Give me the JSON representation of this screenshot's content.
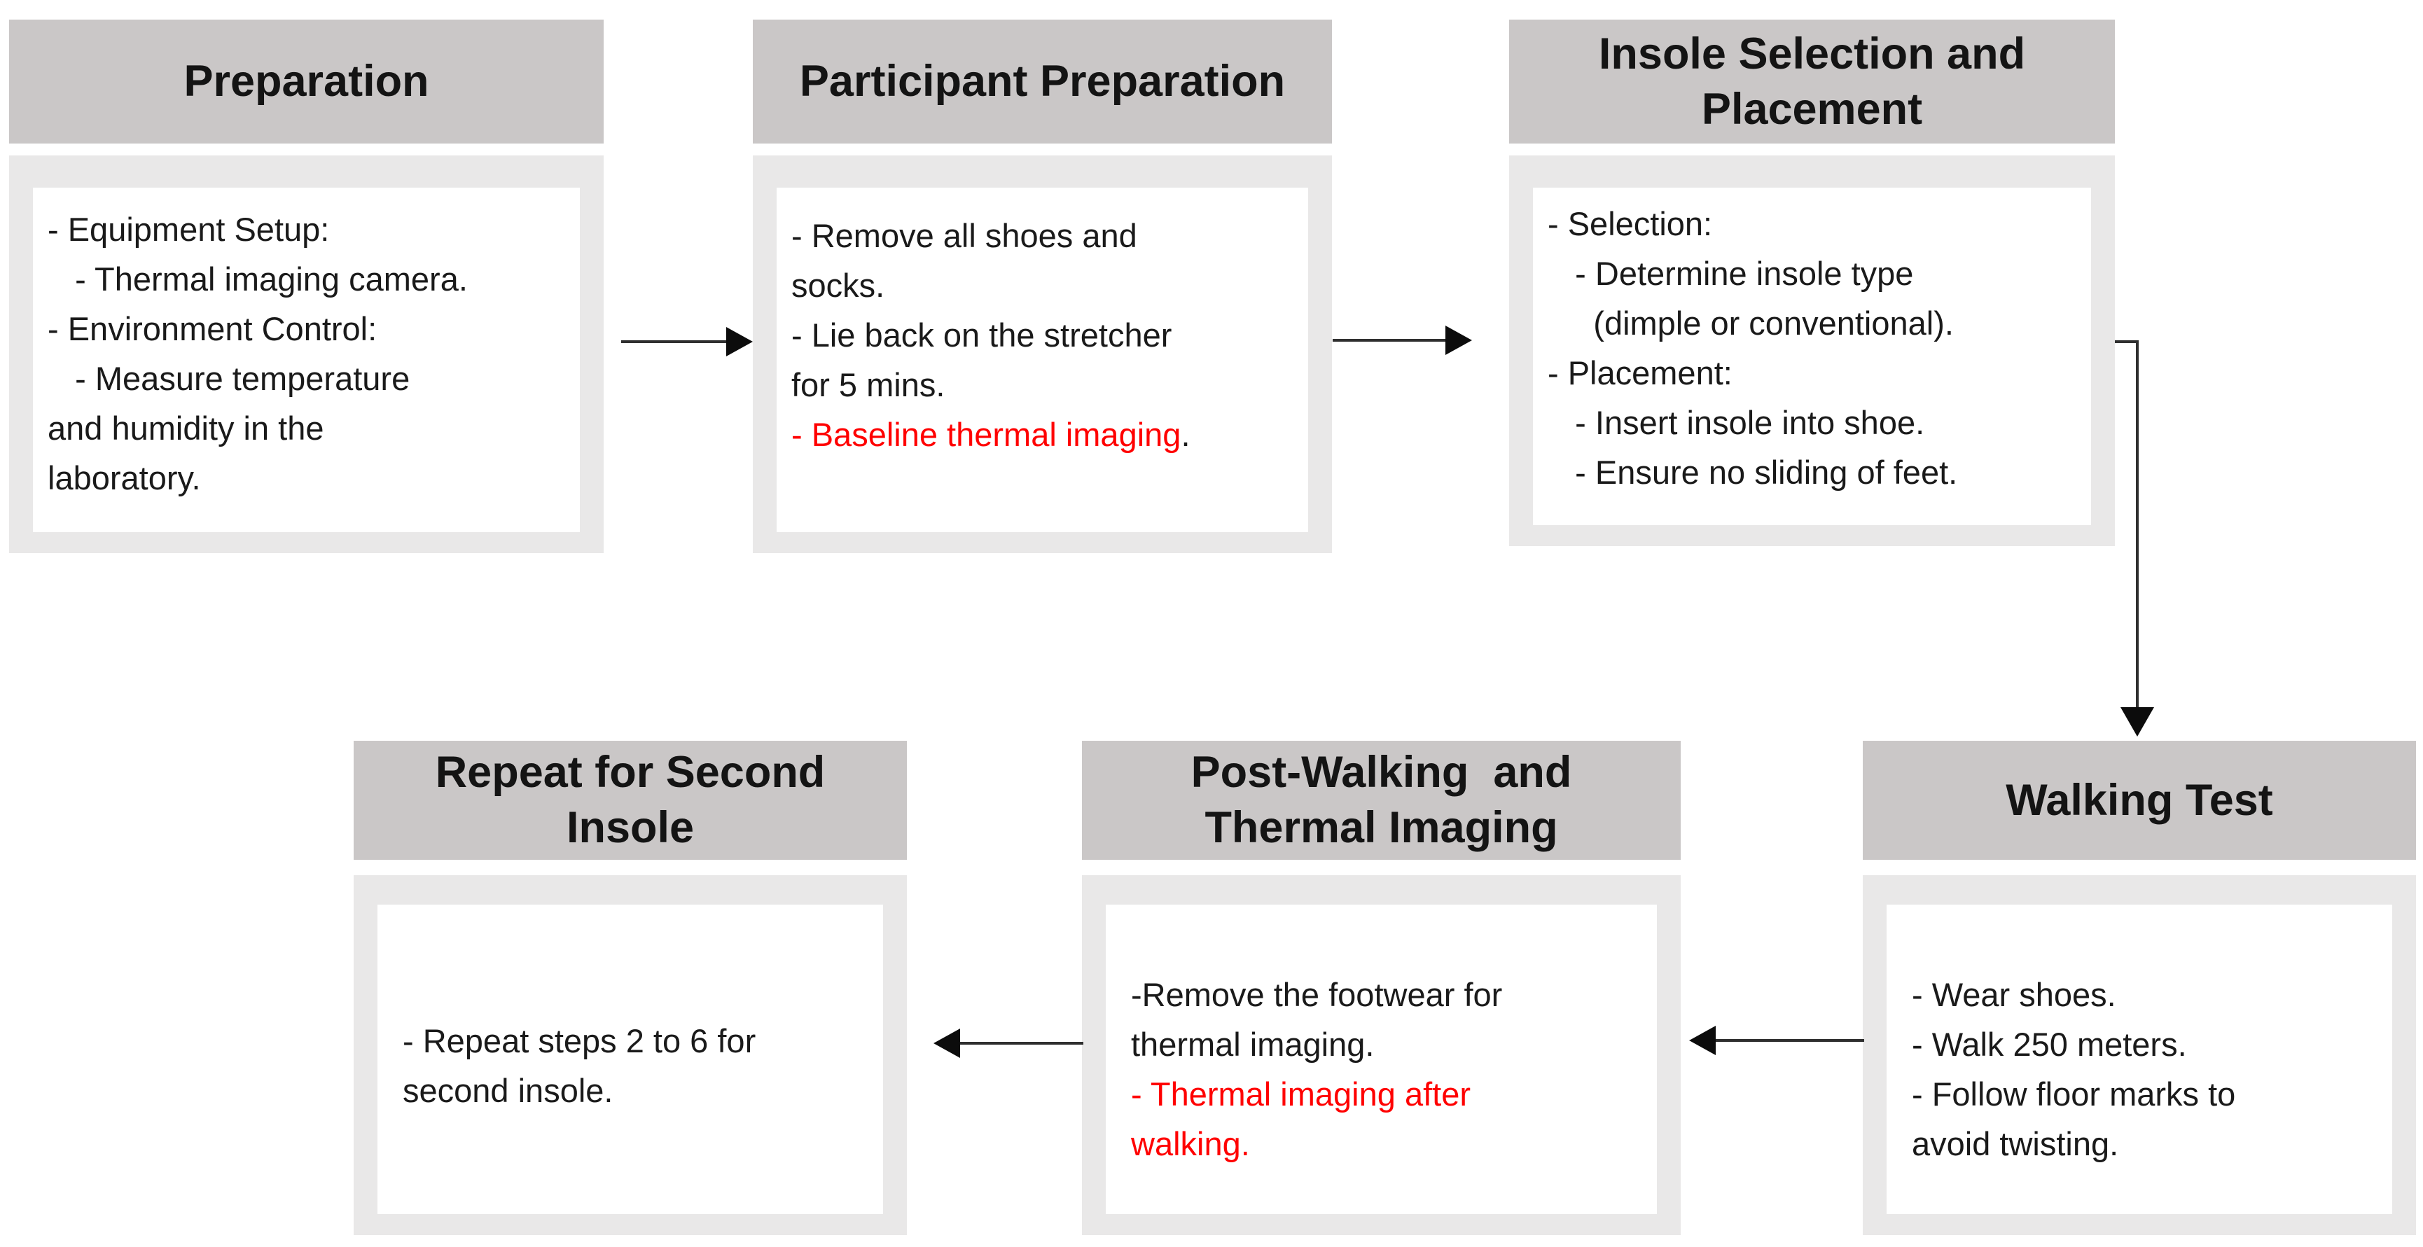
{
  "colors": {
    "header_bg": "#cac7c7",
    "body_bg": "#e9e8e8",
    "inner_bg": "#ffffff",
    "text": "#1a1a1a",
    "red_text": "#ff0000",
    "connector_line": "#2f2f2f",
    "arrowhead": "#0c0c0c"
  },
  "boxes": [
    {
      "name": "preparation",
      "title": "Preparation",
      "body_lines": [
        [
          {
            "t": "- Equipment Setup:"
          }
        ],
        [
          {
            "t": "   - Thermal imaging camera."
          }
        ],
        [
          {
            "t": "- Environment Control:"
          }
        ],
        [
          {
            "t": "   - Measure temperature"
          }
        ],
        [
          {
            "t": "and humidity in the"
          }
        ],
        [
          {
            "t": "laboratory."
          }
        ]
      ]
    },
    {
      "name": "participant-preparation",
      "title": "Participant Preparation",
      "body_lines": [
        [
          {
            "t": "- Remove all shoes and"
          }
        ],
        [
          {
            "t": "socks."
          }
        ],
        [
          {
            "t": "- Lie back on the stretcher"
          }
        ],
        [
          {
            "t": "for 5 mins."
          }
        ],
        [
          {
            "t": "- Baseline thermal imaging",
            "color": "#ff0000"
          },
          {
            "t": "."
          }
        ]
      ]
    },
    {
      "name": "insole-selection-and-placement",
      "title": "Insole Selection and\nPlacement",
      "body_lines": [
        [
          {
            "t": "- Selection:"
          }
        ],
        [
          {
            "t": "   - Determine insole type"
          }
        ],
        [
          {
            "t": "     (dimple or conventional)."
          }
        ],
        [
          {
            "t": "- Placement:"
          }
        ],
        [
          {
            "t": "   - Insert insole into shoe."
          }
        ],
        [
          {
            "t": "   - Ensure no sliding of feet."
          }
        ]
      ]
    },
    {
      "name": "walking-test",
      "title": "Walking Test",
      "body_lines": [
        [
          {
            "t": "- Wear shoes."
          }
        ],
        [
          {
            "t": "- Walk 250 meters."
          }
        ],
        [
          {
            "t": "- Follow floor marks to"
          }
        ],
        [
          {
            "t": "avoid twisting."
          }
        ]
      ]
    },
    {
      "name": "post-walking-and-thermal-imaging",
      "title": "Post-Walking  and\nThermal Imaging",
      "body_lines": [
        [
          {
            "t": "-Remove the footwear for"
          }
        ],
        [
          {
            "t": "thermal imaging."
          }
        ],
        [
          {
            "t": "- Thermal imaging after",
            "color": "#ff0000"
          }
        ],
        [
          {
            "t": "walking.",
            "color": "#ff0000"
          }
        ]
      ]
    },
    {
      "name": "repeat-for-second-insole",
      "title": "Repeat for Second\nInsole",
      "body_lines": [
        [
          {
            "t": "- Repeat steps 2 to 6 for"
          }
        ],
        [
          {
            "t": "second insole."
          }
        ]
      ]
    }
  ],
  "connectors": [
    {
      "name": "arrow-preparation-to-participant",
      "direction": "right"
    },
    {
      "name": "arrow-participant-to-insole",
      "direction": "right"
    },
    {
      "name": "elbow-insole-to-walking",
      "direction": "down"
    },
    {
      "name": "arrow-walking-to-postwalking",
      "direction": "left"
    },
    {
      "name": "arrow-postwalking-to-repeat",
      "direction": "left"
    }
  ]
}
